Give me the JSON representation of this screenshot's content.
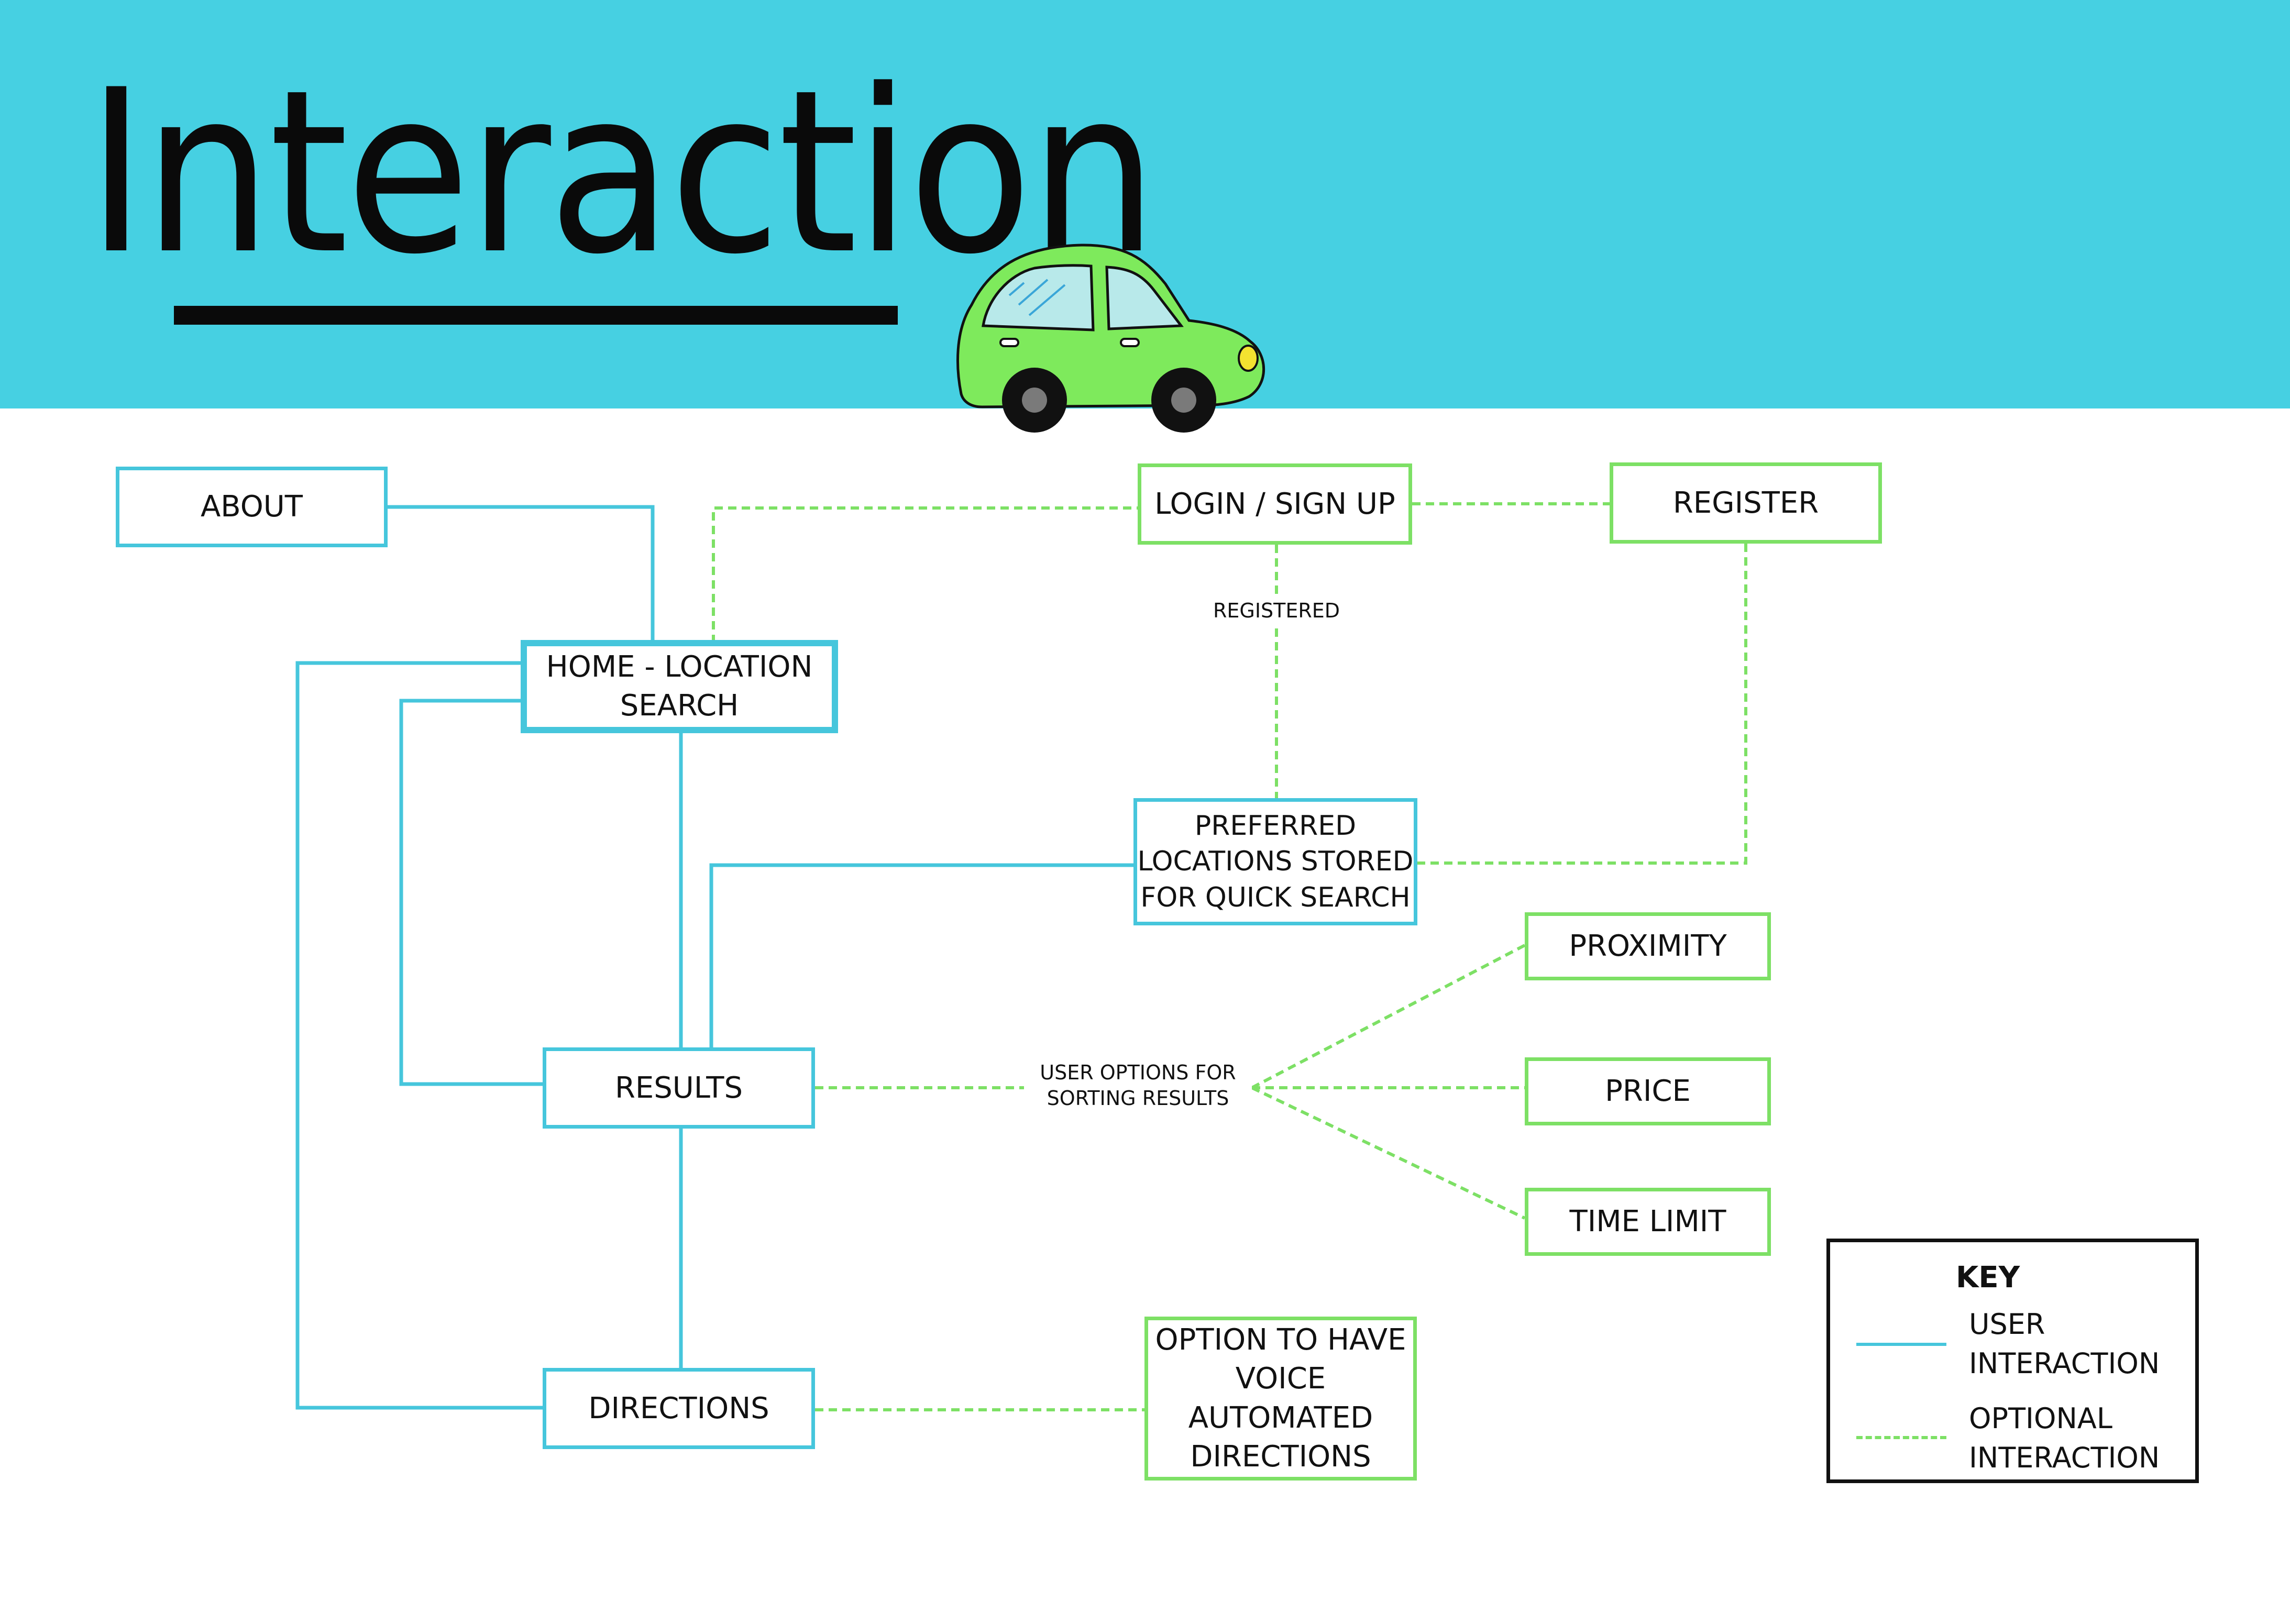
{
  "header": {
    "title": "Interaction"
  },
  "colors": {
    "banner": "#46d0e2",
    "user_interaction": "#46c6dc",
    "optional_interaction": "#7de065",
    "car_body": "#7eea5c"
  },
  "nodes": {
    "about": "ABOUT",
    "login": "LOGIN / SIGN UP",
    "register": "REGISTER",
    "home_line1": "HOME - LOCATION",
    "home_line2": "SEARCH",
    "preferred_line1": "PREFERRED",
    "preferred_line2": "LOCATIONS STORED",
    "preferred_line3": "FOR QUICK SEARCH",
    "proximity": "PROXIMITY",
    "results": "RESULTS",
    "price": "PRICE",
    "time_limit": "TIME LIMIT",
    "directions": "DIRECTIONS",
    "voice_line1": "OPTION TO HAVE",
    "voice_line2": "VOICE",
    "voice_line3": "AUTOMATED",
    "voice_line4": "DIRECTIONS"
  },
  "edge_labels": {
    "registered": "REGISTERED",
    "sorting_line1": "USER OPTIONS FOR",
    "sorting_line2": "SORTING RESULTS"
  },
  "key": {
    "title": "KEY",
    "user_line1": "USER",
    "user_line2": "INTERACTION",
    "optional_line1": "OPTIONAL",
    "optional_line2": "INTERACTION"
  }
}
